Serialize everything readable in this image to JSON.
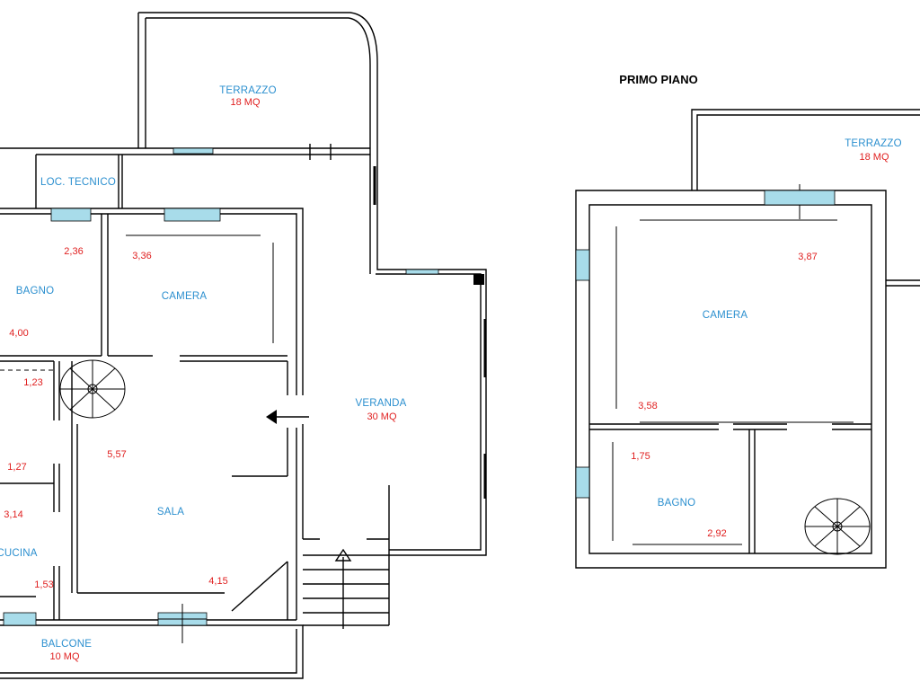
{
  "colors": {
    "wall": "#000000",
    "room_label": "#2b8fcf",
    "dimension": "#e02020",
    "window_fill": "#a8dcea",
    "background": "#ffffff"
  },
  "floor_title": "PRIMO PIANO",
  "ground_floor": {
    "rooms": {
      "terrazzo": {
        "name": "TERRAZZO",
        "area": "18 MQ"
      },
      "loc_tecnico": {
        "name": "LOC. TECNICO"
      },
      "bagno": {
        "name": "BAGNO"
      },
      "camera": {
        "name": "CAMERA"
      },
      "veranda": {
        "name": "VERANDA",
        "area": "30 MQ"
      },
      "sala": {
        "name": "SALA"
      },
      "cucina": {
        "name": "CUCINA"
      },
      "balcone": {
        "name": "BALCONE",
        "area": "10 MQ"
      }
    },
    "dimensions": [
      "2,36",
      "3,36",
      "4,00",
      "1,23",
      "5,57",
      "1,27",
      "3,14",
      "1,53",
      "4,15"
    ]
  },
  "first_floor": {
    "rooms": {
      "terrazzo": {
        "name": "TERRAZZO",
        "area": "18 MQ"
      },
      "camera": {
        "name": "CAMERA"
      },
      "bagno": {
        "name": "BAGNO"
      }
    },
    "dimensions": [
      "3,87",
      "3,58",
      "1,75",
      "2,92"
    ]
  }
}
